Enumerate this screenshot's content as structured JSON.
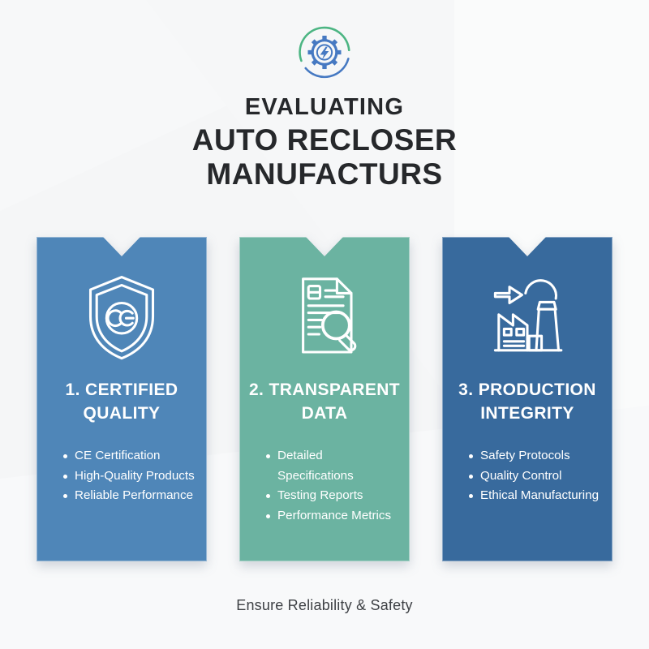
{
  "page": {
    "background": "#f5f6f7"
  },
  "logo": {
    "icon": "gear-lightning-logo",
    "green": "#4cb583",
    "blue": "#4679c2"
  },
  "header": {
    "line1": "EVALUATING",
    "line2": "AUTO RECLOSER",
    "line3": "MANUFACTURS"
  },
  "cards": [
    {
      "id": "certified-quality",
      "color": "#4f86b8",
      "icon": "ce-shield-icon",
      "title_lines": [
        "1. CERTIFIED",
        "QUALITY"
      ],
      "bullets": [
        "CE Certification",
        "High-Quality Products",
        "Reliable Performance"
      ]
    },
    {
      "id": "transparent-data",
      "color": "#6bb3a1",
      "icon": "document-search-icon",
      "title_lines": [
        "2. TRANSPARENT",
        "DATA"
      ],
      "bullets": [
        "Detailed Specifications",
        "Testing Reports",
        "Performance Metrics"
      ]
    },
    {
      "id": "production-integrity",
      "color": "#386a9d",
      "icon": "factory-icon",
      "title_lines": [
        "3. PRODUCTION",
        "INTEGRITY"
      ],
      "bullets": [
        "Safety Protocols",
        "Quality Control",
        "Ethical Manufacturing"
      ]
    }
  ],
  "footer": {
    "text": "Ensure Reliability & Safety"
  }
}
